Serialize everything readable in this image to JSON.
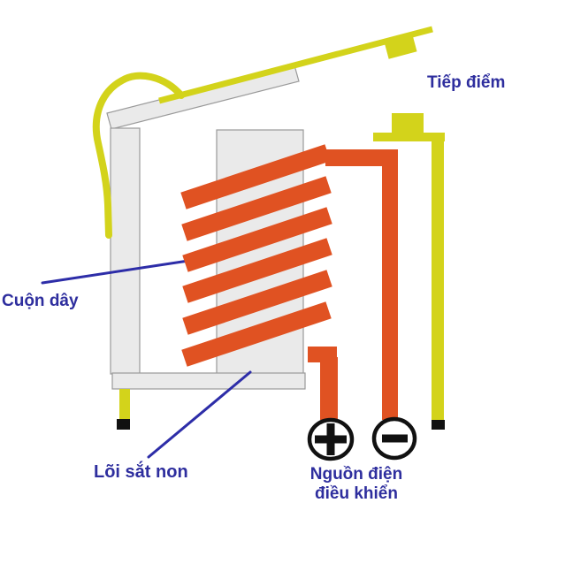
{
  "diagram": {
    "type": "relay-schematic",
    "labels": {
      "contact": "Tiếp điểm",
      "coil": "Cuộn dây",
      "core": "Lõi sắt non",
      "power_line1": "Nguồn điện",
      "power_line2": "điều khiển"
    },
    "terminals": {
      "positive": "+",
      "negative": "−"
    },
    "components": {
      "armature": "moving-armature-bar",
      "frame": "iron-core-frame",
      "winding_turns": 6
    },
    "colors": {
      "background": "#ffffff",
      "wire_yellow": "#d3d31b",
      "coil_orange": "#e05222",
      "frame_gray": "#eaeaea",
      "frame_border": "#9a9a9a",
      "label_blue": "#2e2e9e",
      "pointer_blue": "#2d2da8",
      "terminal_black": "#111111"
    }
  }
}
